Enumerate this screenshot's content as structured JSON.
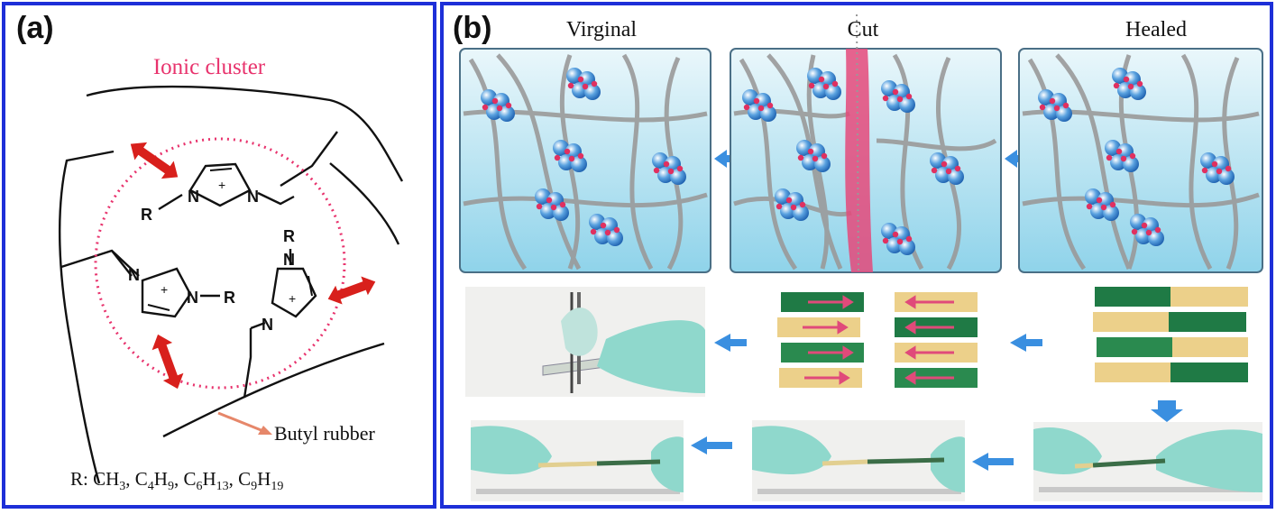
{
  "panel_a": {
    "label": "(a)",
    "cluster_label": "Ionic cluster",
    "rubber_label": "Butyl rubber",
    "r_definition": {
      "prefix": "R: ",
      "groups": [
        {
          "base": "CH",
          "sub": "3"
        },
        {
          "parts": [
            [
              "C",
              "4"
            ],
            [
              "H",
              "9"
            ]
          ]
        },
        {
          "parts": [
            [
              "C",
              "6"
            ],
            [
              "H",
              "13"
            ]
          ]
        },
        {
          "parts": [
            [
              "C",
              "9"
            ],
            [
              "H",
              "19"
            ]
          ]
        }
      ]
    },
    "atoms": {
      "n": "N",
      "r": "R",
      "plus": "+"
    },
    "colors": {
      "cluster_circle": "#e8336d",
      "arrows": "#d8201c",
      "butyl_arrow": "#e6876a"
    }
  },
  "panel_b": {
    "label": "(b)",
    "stages": [
      "Virginal",
      "Cut",
      "Healed"
    ],
    "colors": {
      "border": "#1d2fd8",
      "flow_arrow": "#3a8fe0",
      "gel": "#bfe6f2",
      "cut": "#e4497a"
    }
  }
}
